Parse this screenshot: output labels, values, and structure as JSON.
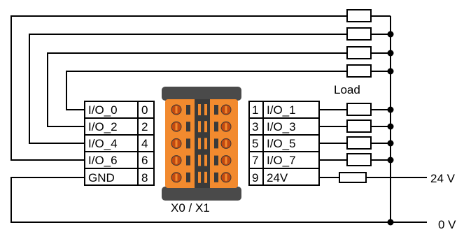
{
  "connector": {
    "label": "X0 / X1",
    "body_color": "#f28a2e",
    "frame_color": "#4a4a4a",
    "screw_color": "#c44a10",
    "shadow_color": "#3a3a3a"
  },
  "terminals_left": [
    {
      "name": "I/O_0",
      "number": "0"
    },
    {
      "name": "I/O_2",
      "number": "2"
    },
    {
      "name": "I/O_4",
      "number": "4"
    },
    {
      "name": "I/O_6",
      "number": "6"
    },
    {
      "name": "GND",
      "number": "8"
    }
  ],
  "terminals_right": [
    {
      "number": "1",
      "name": "I/O_1"
    },
    {
      "number": "3",
      "name": "I/O_3"
    },
    {
      "number": "5",
      "name": "I/O_5"
    },
    {
      "number": "7",
      "name": "I/O_7"
    },
    {
      "number": "9",
      "name": "24V"
    }
  ],
  "labels": {
    "load": "Load",
    "supply_24v": "24 V",
    "supply_0v": "0 V"
  }
}
